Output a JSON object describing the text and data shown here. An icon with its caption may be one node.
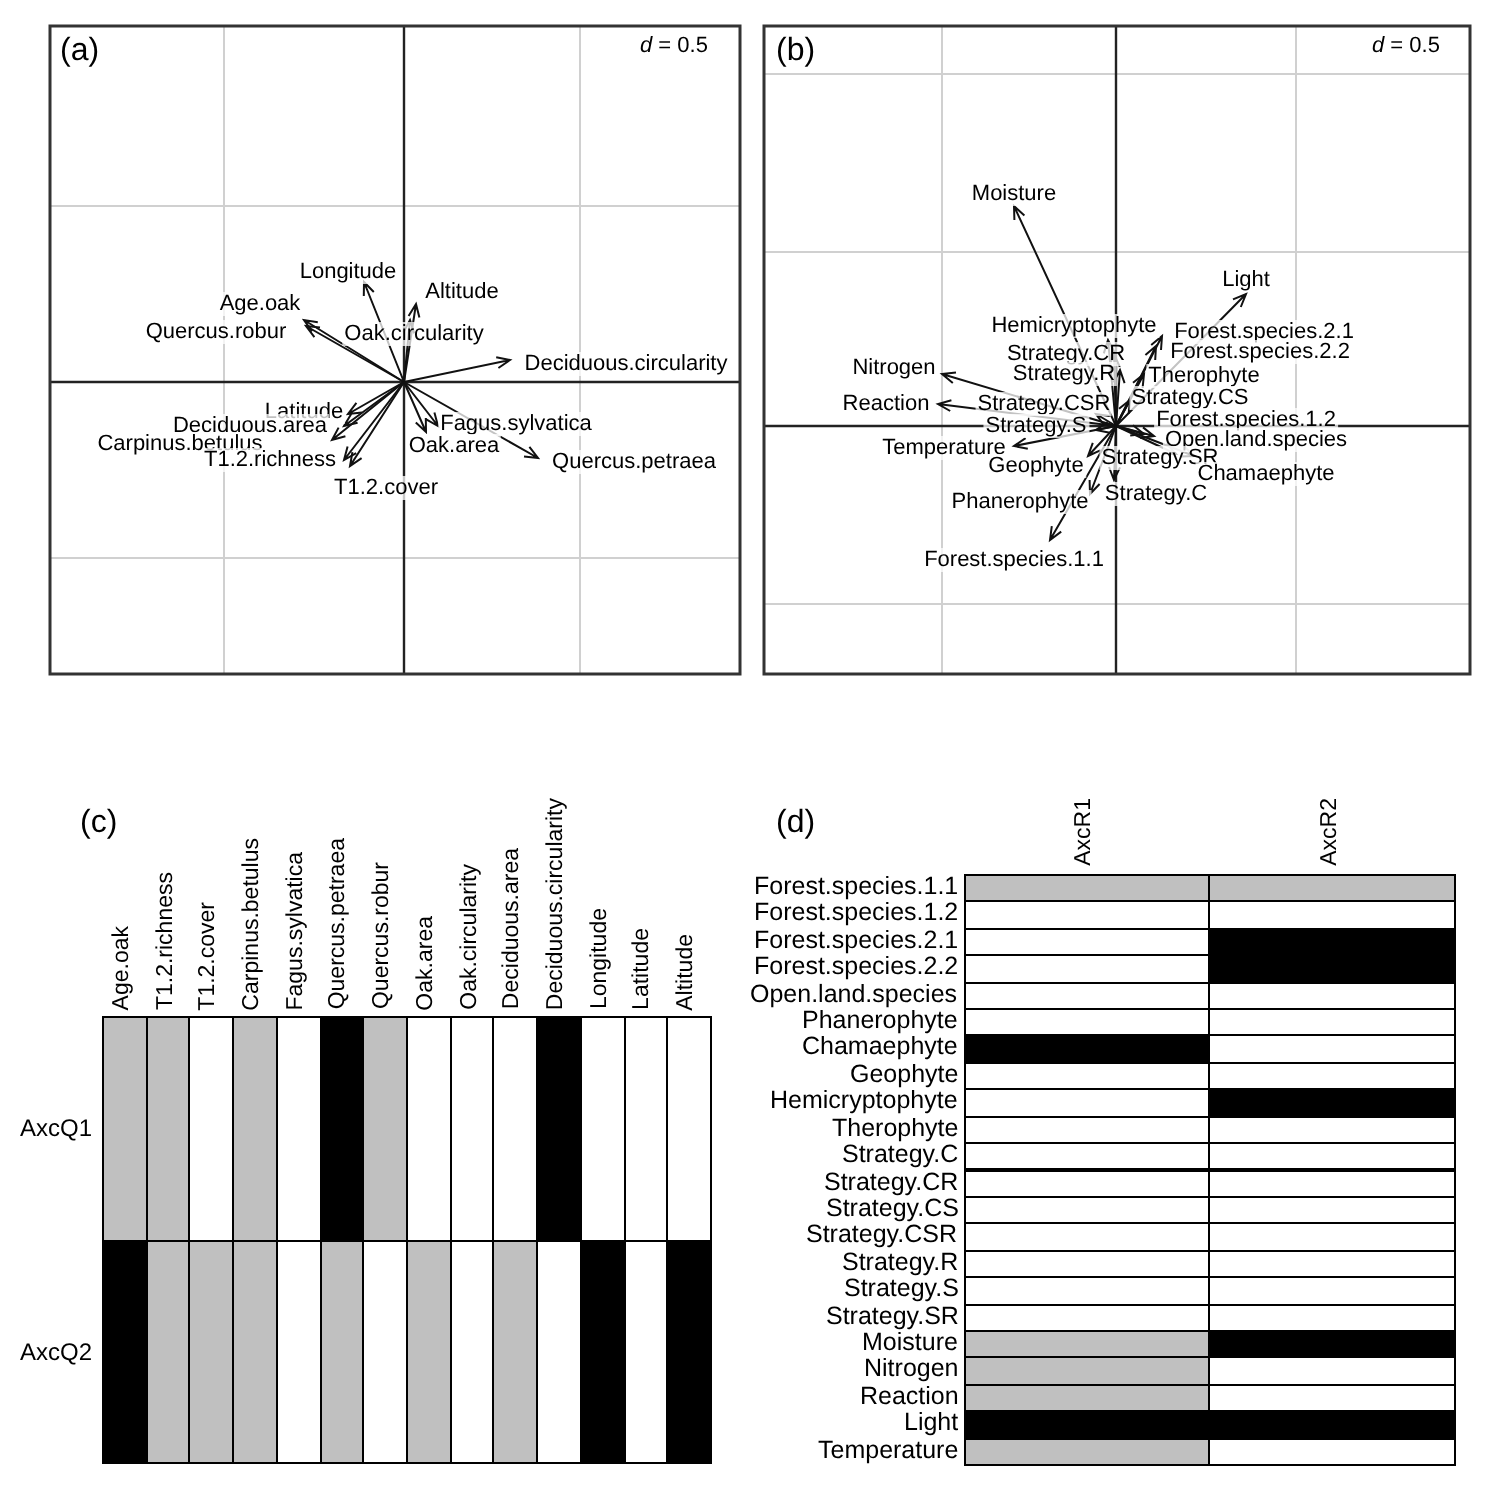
{
  "diagram": {
    "labels": [
      "(a)",
      "*d* = 0.5",
      "Longitude",
      "Altitude",
      "Age.oak",
      "Quercus.robur",
      "Oak.circularity",
      "Deciduous.circularity",
      "Latitude",
      "Deciduous.area",
      "Carpinus.betulus",
      "T1.2.richness",
      "T1.2.cover",
      "Fagus.sylvatica",
      "Oak.area",
      "Quercus.petraea",
      "(b)",
      "*d* = 0.5",
      "Moisture",
      "Light",
      "Hemicryptophyte",
      "Forest.species.2.1",
      "Forest.species.2.2",
      "Strategy.CR",
      "Strategy.R",
      "Therophyte",
      "Nitrogen",
      "Reaction",
      "Strategy.CSR",
      "Strategy.CS",
      "Forest.species.1.2",
      "Strategy.S",
      "Temperature",
      "Open.land.species",
      "Strategy.SR",
      "Chamaephyte",
      "Geophyte",
      "Strategy.C",
      "Phanerophyte",
      "Forest.species.1.1",
      "(c)",
      "Age.oak",
      "T1.2.richness",
      "T1.2.cover",
      "Carpinus.betulus",
      "Fagus.sylvatica",
      "Quercus.petraea",
      "Quercus.robur",
      "Oak.area",
      "Oak.circularity",
      "Deciduous.area",
      "Deciduous.circularity",
      "Longitude",
      "Latitude",
      "Altitude",
      "AxcQ1",
      "AxcQ2",
      "(d)",
      "AxcR1",
      "AxcR2",
      "Forest.species.1.1",
      "Forest.species.1.2",
      "Forest.species.2.1",
      "Forest.species.2.2",
      "Open.land.species",
      "Phanerophyte",
      "Chamaephyte",
      "Geophyte",
      "Hemicryptophyte",
      "Therophyte",
      "Strategy.C",
      "Strategy.CR",
      "Strategy.CS",
      "Strategy.CSR",
      "Strategy.R",
      "Strategy.S",
      "Strategy.SR",
      "Moisture",
      "Nitrogen",
      "Reaction",
      "Light",
      "Temperature"
    ]
  }
}
